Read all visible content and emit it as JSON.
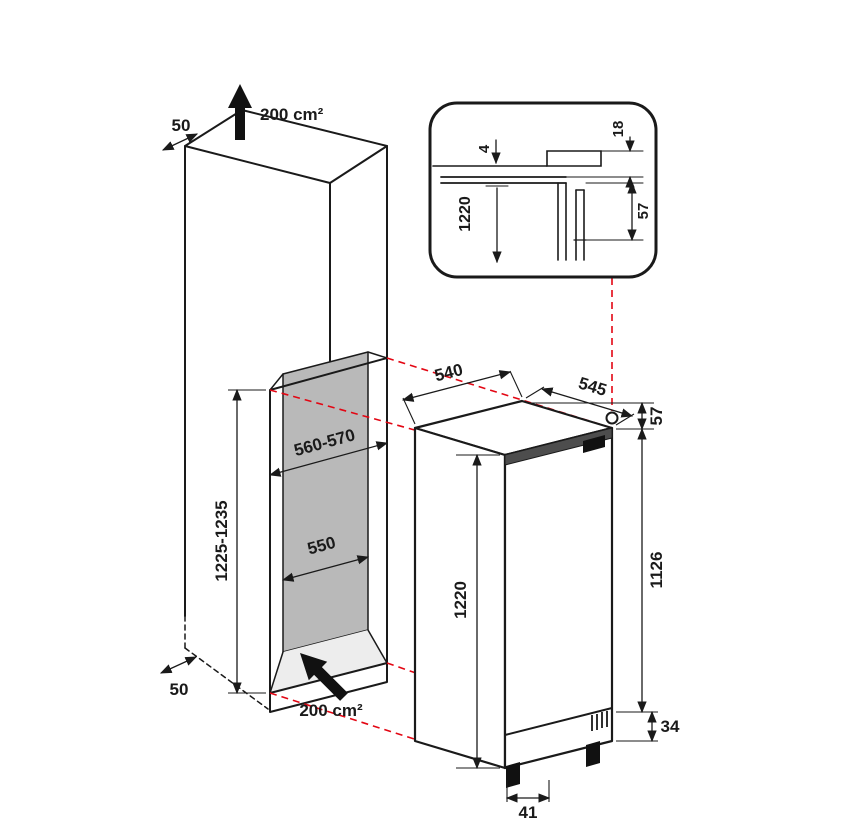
{
  "figure": {
    "type": "built-in appliance installation dimension diagram",
    "colors": {
      "line": "#1a1a1a",
      "projection_red": "#e30613",
      "panel_gray": "#b9b9b9",
      "floor_gray": "#ededed",
      "grille_gray": "#4d4d4d"
    },
    "niche": {
      "top_clearance": "50",
      "top_vent_area": "200 cm²",
      "width": "560-570",
      "height": "1225-1235",
      "depth": "550",
      "bottom_clearance": "50",
      "bottom_vent_area": "200 cm²"
    },
    "detail_inset": {
      "top_gap": "4",
      "hinge_clearance": "18",
      "appliance_height": "1220",
      "recess_depth": "57"
    },
    "appliance": {
      "width": "540",
      "depth": "545",
      "top_offset": "57",
      "height": "1220",
      "door_height": "1126",
      "plinth_height": "34",
      "foot_inset": "41"
    }
  }
}
